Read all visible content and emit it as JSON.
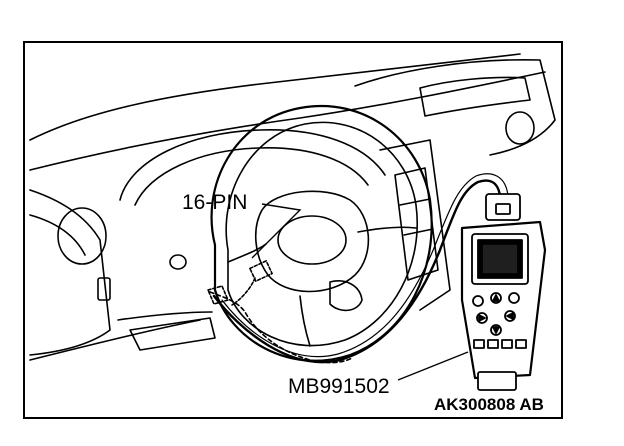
{
  "figure": {
    "labels": {
      "connector": "16-PIN",
      "tool": "MB991502",
      "figure_id": "AK300808 AB"
    },
    "colors": {
      "line": "#000000",
      "background": "#ffffff"
    }
  }
}
